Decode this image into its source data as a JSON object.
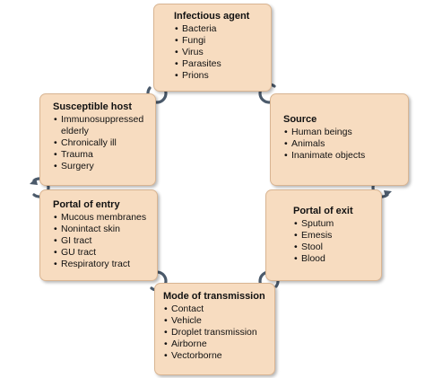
{
  "diagram": {
    "accent_color": "#f7dcc0",
    "arrow_color": "#4b5a6b",
    "boxes": [
      {
        "key": "infectious_agent",
        "title": "Infectious agent",
        "items": [
          "Bacteria",
          "Fungi",
          "Virus",
          "Parasites",
          "Prions"
        ]
      },
      {
        "key": "source",
        "title": "Source",
        "items": [
          "Human beings",
          "Animals",
          "Inanimate objects"
        ]
      },
      {
        "key": "portal_of_exit",
        "title": "Portal of exit",
        "items": [
          "Sputum",
          "Emesis",
          "Stool",
          "Blood"
        ]
      },
      {
        "key": "mode_of_transmission",
        "title": "Mode of transmission",
        "items": [
          "Contact",
          "Vehicle",
          "Droplet transmission",
          "Airborne",
          "Vectorborne"
        ]
      },
      {
        "key": "portal_of_entry",
        "title": "Portal of entry",
        "items": [
          "Mucous membranes",
          "Nonintact skin",
          "GI tract",
          "GU tract",
          "Respiratory tract"
        ]
      },
      {
        "key": "susceptible_host",
        "title": "Susceptible host",
        "items": [
          "Immunosuppressed elderly",
          "Chronically ill",
          "Trauma",
          "Surgery"
        ]
      }
    ],
    "connectors": [
      "curved-arrow-icon",
      "curved-arrow-icon",
      "curved-arrow-icon",
      "curved-arrow-icon",
      "curved-arrow-icon",
      "curved-arrow-icon"
    ]
  }
}
